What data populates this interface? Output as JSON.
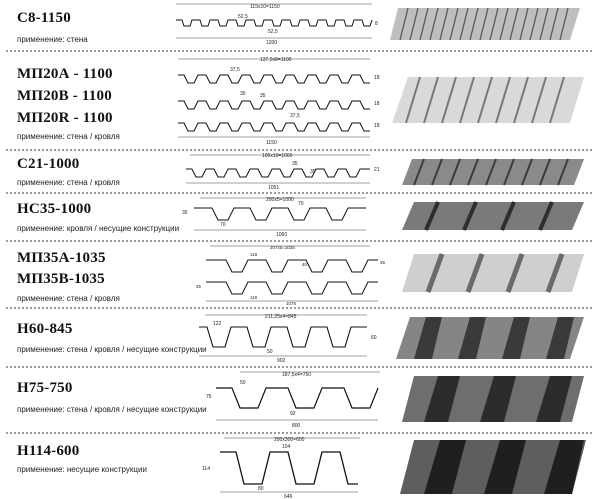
{
  "profiles": [
    {
      "names": [
        "С8-1150"
      ],
      "usage": "применение: стена",
      "dims": [
        "115x10=1150",
        "52,5",
        "52,5",
        "1200",
        "8"
      ]
    },
    {
      "names": [
        "МП20А - 1100",
        "МП20В - 1100",
        "МП20R - 1100"
      ],
      "usage": "применение: стена / кровля",
      "dims": [
        "137,5x8=1100",
        "37,5",
        "35",
        "35",
        "37,5",
        "18",
        "18",
        "18",
        "1150"
      ]
    },
    {
      "names": [
        "С21-1000"
      ],
      "usage": "применение: стена / кровля",
      "dims": [
        "100x10=1000",
        "35",
        "35",
        "1051",
        "21"
      ]
    },
    {
      "names": [
        "НС35-1000"
      ],
      "usage": "применение: кровля / несущие конструкции",
      "dims": [
        "200x5=1000",
        "70",
        "35",
        "70",
        "1060"
      ]
    },
    {
      "names": [
        "МП35А-1035",
        "МП35В-1035"
      ],
      "usage": "применение: стена / кровля",
      "dims": [
        "207x5=1035",
        "118",
        "40",
        "35",
        "35",
        "119",
        "1076"
      ]
    },
    {
      "names": [
        "Н60-845"
      ],
      "usage": "применение: стена / кровля / несущие конструкции",
      "dims": [
        "211,25x4=845",
        "122",
        "50",
        "902",
        "60"
      ]
    },
    {
      "names": [
        "Н75-750"
      ],
      "usage": "применение: стена / кровля / несущие конструкции",
      "dims": [
        "187,5x4=750",
        "50",
        "75",
        "92",
        "800"
      ]
    },
    {
      "names": [
        "Н114-600"
      ],
      "usage": "применение: несущие конструкции",
      "dims": [
        "200x300=600",
        "104",
        "114",
        "80",
        "646"
      ]
    }
  ]
}
